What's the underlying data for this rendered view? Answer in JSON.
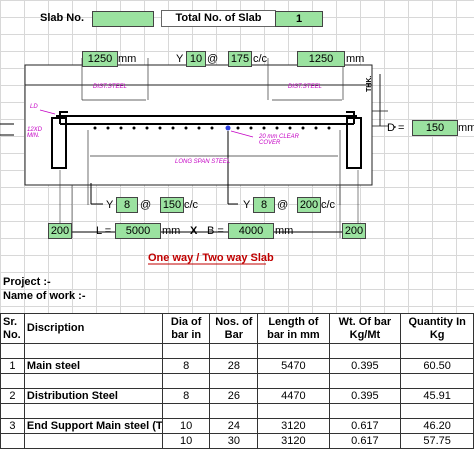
{
  "header": {
    "slab_no_label": "Slab No.",
    "slab_no_value": "",
    "total_label": "Total No. of Slab",
    "total_value": "1"
  },
  "drawing": {
    "left_dist_length": "1250",
    "right_dist_length": "1250",
    "unit_mm": "mm",
    "unit_cc": "c/c",
    "y_label": "Y",
    "at": "@",
    "top_dia": "10",
    "top_spacing": "175",
    "dist_steel": "DIST.STEEL",
    "ld": "LD",
    "min_bar_l1": "12XD",
    "min_bar_l2": "MIN.",
    "cover_l1": "20 mm CLEAR",
    "cover_l2": "COVER",
    "long_span_steel": "LONG SPAN STEEL",
    "thk": "THK.",
    "d_label": "D =",
    "d_value": "150",
    "bottom_left_dia": "8",
    "bottom_left_spacing": "150",
    "bottom_right_dia": "8",
    "bottom_right_spacing": "200",
    "support_left": "200",
    "support_right": "200",
    "l_label": "L =",
    "l_value": "5000",
    "x_symbol": "X",
    "b_label": "B =",
    "b_value": "4000",
    "slab_type": "One way / Two way Slab"
  },
  "info": {
    "project_label": "Project :-",
    "work_label": "Name of work :-"
  },
  "table": {
    "headers": [
      {
        "l1": "Sr.",
        "l2": "No."
      },
      {
        "l1": "Discription"
      },
      {
        "l1": "Dia of",
        "l2": "bar in"
      },
      {
        "l1": "Nos. of",
        "l2": "Bar"
      },
      {
        "l1": "Length of",
        "l2": "bar in mm"
      },
      {
        "l1": "Wt. Of bar",
        "l2": "Kg/Mt"
      },
      {
        "l1": "Quantity In",
        "l2": "Kg"
      }
    ],
    "rows": [
      {
        "sr": "1",
        "desc": "Main steel",
        "dia": "8",
        "nos": "28",
        "length": "5470",
        "wt": "0.395",
        "qty": "60.50"
      },
      {
        "sr": "2",
        "desc": "Distribution Steel",
        "dia": "8",
        "nos": "26",
        "length": "4470",
        "wt": "0.395",
        "qty": "45.91"
      },
      {
        "sr": "3",
        "desc": "End Support Main steel (To",
        "dia": "10",
        "nos": "24",
        "length": "3120",
        "wt": "0.617",
        "qty": "46.20"
      },
      {
        "dia": "10",
        "nos": "30",
        "length": "3120",
        "wt": "0.617",
        "qty": "57.75"
      }
    ]
  }
}
